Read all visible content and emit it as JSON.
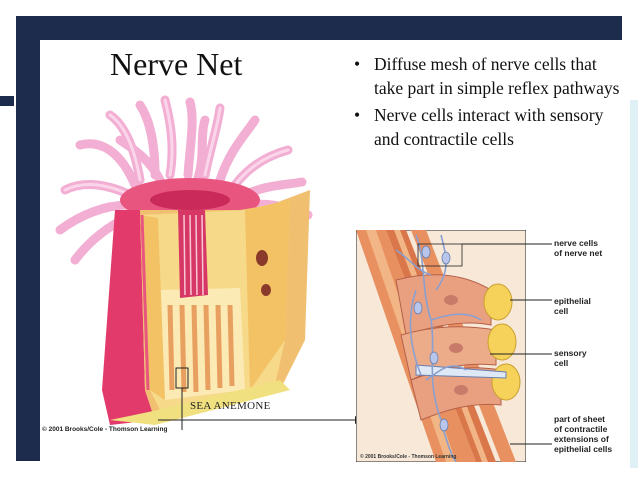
{
  "slide": {
    "title": "Nerve Net",
    "bullets": [
      "Diffuse mesh of nerve cells that take part in simple reflex pathways",
      "Nerve cells interact with sensory and contractile cells"
    ],
    "bullet_symbol": "•"
  },
  "figure": {
    "main_label": "SEA ANEMONE",
    "credit": "© 2001 Brooks/Cole - Thomson Learning",
    "inset_credit": "© 2001 Brooks/Cole - Thomson Learning",
    "callouts": [
      "nerve cells\nof nerve net",
      "epithelial\ncell",
      "sensory\ncell",
      "part of sheet\nof contractile\nextensions of\nepithelial cells"
    ]
  },
  "colors": {
    "frame": "#1d2b4c",
    "accent": "#dff1f5",
    "body_pink": "#e23a6a",
    "tentacle": "#f4b8d8",
    "cavity_yellow": "#f7d870",
    "muscle_orange": "#e8a060"
  }
}
